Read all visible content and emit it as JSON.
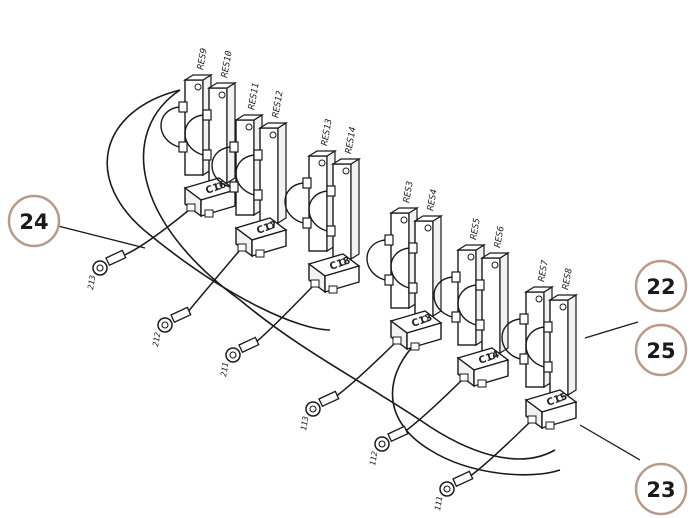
{
  "callouts": [
    {
      "label": "24"
    },
    {
      "label": "22"
    },
    {
      "label": "25"
    },
    {
      "label": "23"
    }
  ],
  "resistor_labels": [
    "RES9",
    "RES10",
    "RES11",
    "RES12",
    "RES13",
    "RES14",
    "RES3",
    "RES4",
    "RES5",
    "RES6",
    "RES7",
    "RES8"
  ],
  "capacitor_labels": [
    "C16",
    "C17",
    "C18",
    "C13",
    "C14",
    "C15"
  ],
  "terminal_labels": [
    "213",
    "212",
    "211",
    "113",
    "112",
    "111"
  ],
  "colors": {
    "line": "#1a1a1a",
    "callout_border": "#b89a88",
    "background": "#ffffff"
  }
}
